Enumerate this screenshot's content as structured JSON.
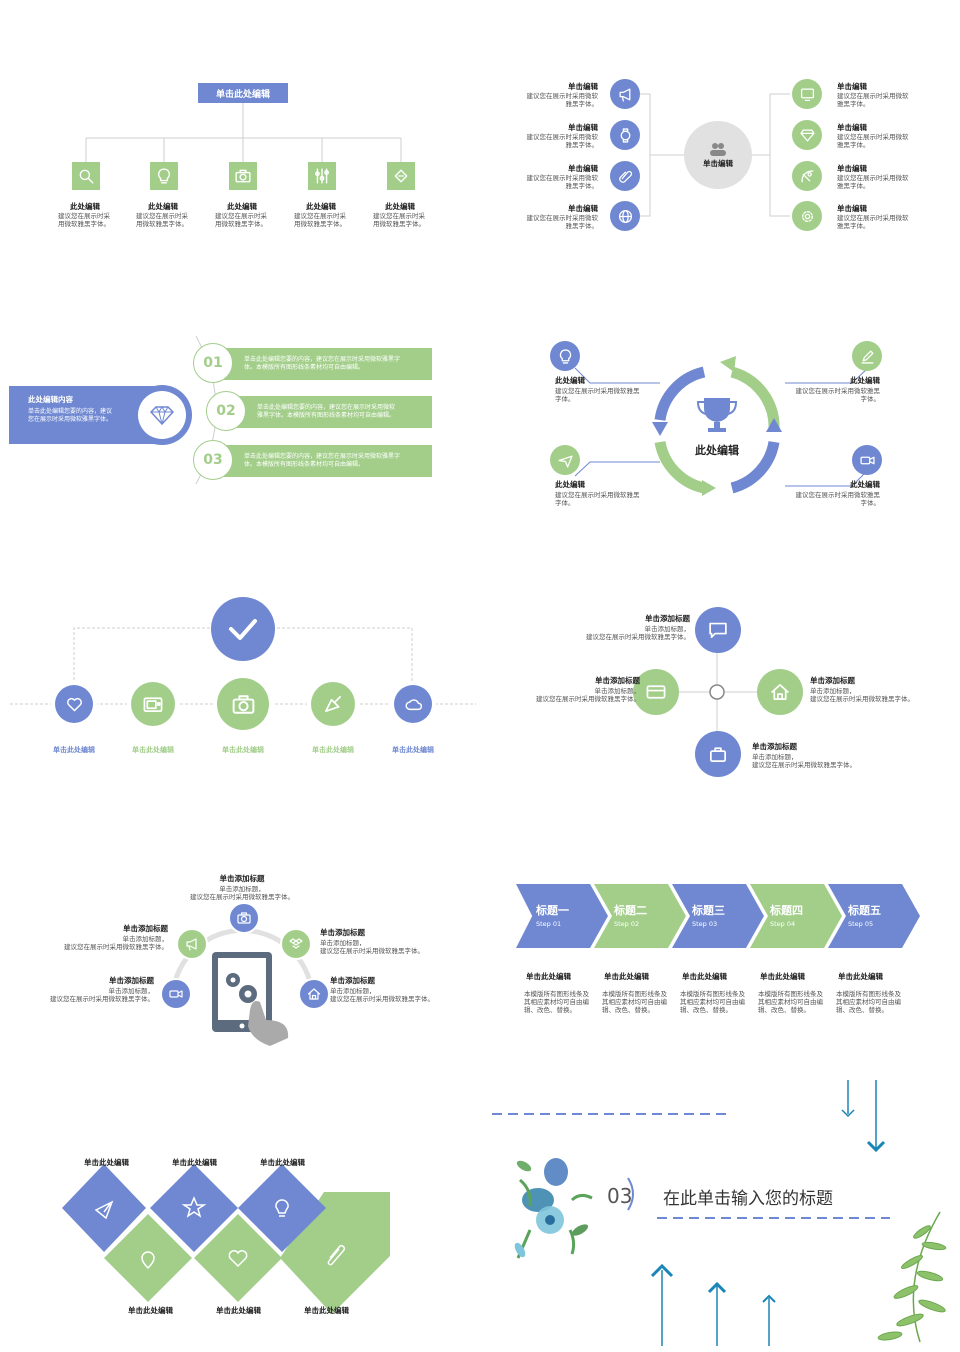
{
  "colors": {
    "green": "#a2ce8a",
    "blue": "#6f88d1",
    "gray": "#e1e1e1",
    "teal": "#1a86b8"
  },
  "s1": {
    "header": "单击此处编辑",
    "items": [
      {
        "title": "此处编辑",
        "desc": "建议您在展示时采用微软雅黑字体。",
        "icon": "search-icon"
      },
      {
        "title": "此处编辑",
        "desc": "建议您在展示时采用微软雅黑字体。",
        "icon": "lightbulb-icon"
      },
      {
        "title": "此处编辑",
        "desc": "建议您在展示时采用微软雅黑字体。",
        "icon": "camera-icon"
      },
      {
        "title": "此处编辑",
        "desc": "建议您在展示时采用微软雅黑字体。",
        "icon": "sliders-icon"
      },
      {
        "title": "此处编辑",
        "desc": "建议您在展示时采用微软雅黑字体。",
        "icon": "ticket-icon"
      }
    ]
  },
  "s2": {
    "center": "单击编辑",
    "left": [
      {
        "title": "单击编辑",
        "desc": "建议您在展示时采用微软雅黑字体。",
        "icon": "megaphone-icon"
      },
      {
        "title": "单击编辑",
        "desc": "建议您在展示时采用微软雅黑字体。",
        "icon": "watch-icon"
      },
      {
        "title": "单击编辑",
        "desc": "建议您在展示时采用微软雅黑字体。",
        "icon": "paperclip-icon"
      },
      {
        "title": "单击编辑",
        "desc": "建议您在展示时采用微软雅黑字体。",
        "icon": "globe-icon"
      }
    ],
    "right": [
      {
        "title": "单击编辑",
        "desc": "建议您在展示时采用微软雅黑字体。",
        "icon": "monitor-icon"
      },
      {
        "title": "单击编辑",
        "desc": "建议您在展示时采用微软雅黑字体。",
        "icon": "diamond-icon"
      },
      {
        "title": "单击编辑",
        "desc": "建议您在展示时采用微软雅黑字体。",
        "icon": "satellite-icon"
      },
      {
        "title": "单击编辑",
        "desc": "建议您在展示时采用微软雅黑字体。",
        "icon": "gear-icon"
      }
    ]
  },
  "s3": {
    "panel_title": "此处编辑内容",
    "panel_desc": "单击此处编辑您要的内容，建议您在展示时采用微软雅黑字体。",
    "rows": [
      {
        "num": "01",
        "text": "单击此处编辑您要的内容，建议您在展示时采用微软雅黑字体。本模版所有图形线条素材均可自由编辑。"
      },
      {
        "num": "02",
        "text": "单击此处编辑您要的内容，建议您在展示时采用微软雅黑字体。本模版所有图形线条素材均可自由编辑。"
      },
      {
        "num": "03",
        "text": "单击此处编辑您要的内容，建议您在展示时采用微软雅黑字体。本模版所有图形线条素材均可自由编辑。"
      }
    ]
  },
  "s4": {
    "center": "此处编辑",
    "items": [
      {
        "title": "此处编辑",
        "desc": "建议您在展示时采用微软雅黑字体。",
        "icon": "lightbulb-icon"
      },
      {
        "title": "此处编辑",
        "desc": "建议您在展示时采用微软雅黑字体。",
        "icon": "edit-icon"
      },
      {
        "title": "此处编辑",
        "desc": "建议您在展示时采用微软雅黑字体。",
        "icon": "airplane-icon"
      },
      {
        "title": "此处编辑",
        "desc": "建议您在展示时采用微软雅黑字体。",
        "icon": "video-icon"
      }
    ]
  },
  "s5": {
    "labels": [
      "单击此处编辑",
      "单击此处编辑",
      "单击此处编辑",
      "单击此处编辑",
      "单击此处编辑"
    ]
  },
  "s6": {
    "items": [
      {
        "title": "单击添加标题",
        "sub": "单击添加标题，",
        "desc": "建议您在展示时采用微软雅黑字体。"
      },
      {
        "title": "单击添加标题",
        "sub": "单击添加标题，",
        "desc": "建议您在展示时采用微软雅黑字体。"
      },
      {
        "title": "单击添加标题",
        "sub": "单击添加标题，",
        "desc": "建议您在展示时采用微软雅黑字体。"
      },
      {
        "title": "单击添加标题",
        "sub": "单击添加标题，",
        "desc": "建议您在展示时采用微软雅黑字体。"
      }
    ]
  },
  "s7": {
    "items": [
      {
        "title": "单击添加标题",
        "sub": "单击添加标题，",
        "desc": "建议您在展示时采用微软雅黑字体。"
      },
      {
        "title": "单击添加标题",
        "sub": "单击添加标题，",
        "desc": "建议您在展示时采用微软雅黑字体。"
      },
      {
        "title": "单击添加标题",
        "sub": "单击添加标题，",
        "desc": "建议您在展示时采用微软雅黑字体。"
      },
      {
        "title": "单击添加标题",
        "sub": "单击添加标题，",
        "desc": "建议您在展示时采用微软雅黑字体。"
      },
      {
        "title": "单击添加标题",
        "sub": "单击添加标题，",
        "desc": "建议您在展示时采用微软雅黑字体。"
      }
    ]
  },
  "s8": {
    "steps": [
      {
        "title": "标题一",
        "step": "Step 01"
      },
      {
        "title": "标题二",
        "step": "Step 02"
      },
      {
        "title": "标题三",
        "step": "Step 03"
      },
      {
        "title": "标题四",
        "step": "Step 04"
      },
      {
        "title": "标题五",
        "step": "Step 05"
      }
    ],
    "items": [
      {
        "title": "单击此处编辑",
        "desc": "本模版所有图形线条及其相应素材均可自由编辑、改色、替换。"
      },
      {
        "title": "单击此处编辑",
        "desc": "本模版所有图形线条及其相应素材均可自由编辑、改色、替换。"
      },
      {
        "title": "单击此处编辑",
        "desc": "本模版所有图形线条及其相应素材均可自由编辑、改色、替换。"
      },
      {
        "title": "单击此处编辑",
        "desc": "本模版所有图形线条及其相应素材均可自由编辑、改色、替换。"
      },
      {
        "title": "单击此处编辑",
        "desc": "本模版所有图形线条及其相应素材均可自由编辑、改色、替换。"
      }
    ]
  },
  "s9": {
    "top": [
      "单击此处编辑",
      "单击此处编辑",
      "单击此处编辑"
    ],
    "bottom": [
      "单击此处编辑",
      "单击此处编辑",
      "单击此处编辑"
    ]
  },
  "s10": {
    "num": "03",
    "title": "在此单击输入您的标题"
  }
}
